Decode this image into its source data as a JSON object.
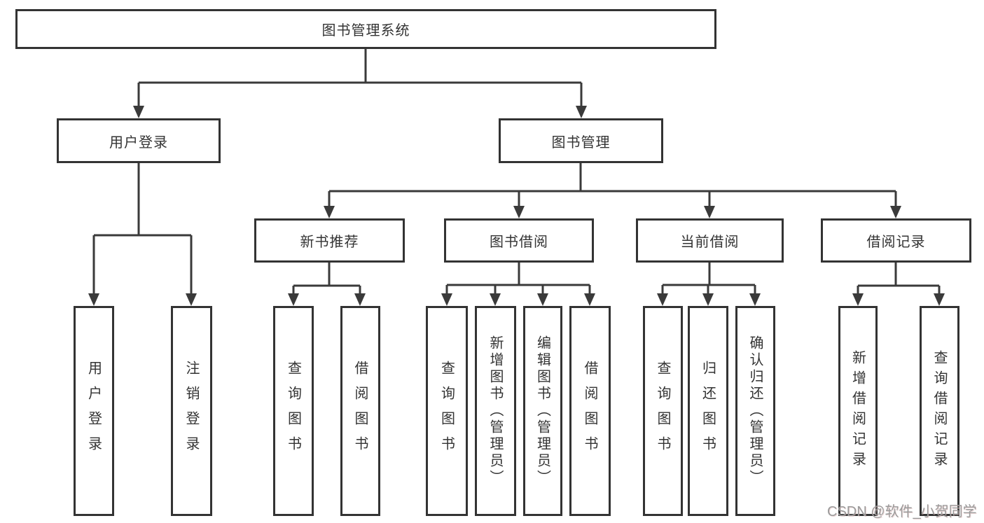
{
  "tree": {
    "root": {
      "label": "图书管理系统"
    },
    "level2": [
      {
        "label": "用户登录"
      },
      {
        "label": "图书管理"
      }
    ],
    "level3": [
      {
        "label": "新书推荐"
      },
      {
        "label": "图书借阅"
      },
      {
        "label": "当前借阅"
      },
      {
        "label": "借阅记录"
      }
    ],
    "leaves": [
      {
        "label": "用户登录"
      },
      {
        "label": "注销登录"
      },
      {
        "label": "查询图书"
      },
      {
        "label": "借阅图书"
      },
      {
        "label": "查询图书"
      },
      {
        "label": "新增图书（管理员）"
      },
      {
        "label": "编辑图书（管理员）"
      },
      {
        "label": "借阅图书"
      },
      {
        "label": "查询图书"
      },
      {
        "label": "归还图书"
      },
      {
        "label": "确认归还（管理员）"
      },
      {
        "label": "新增借阅记录"
      },
      {
        "label": "查询借阅记录"
      }
    ]
  },
  "watermark": {
    "text": "CSDN @软件_小贺同学"
  },
  "colors": {
    "line": "#3a3a3a",
    "border": "#333333",
    "text": "#333333",
    "watermark": "#9b9b9b",
    "background": "#ffffff"
  }
}
